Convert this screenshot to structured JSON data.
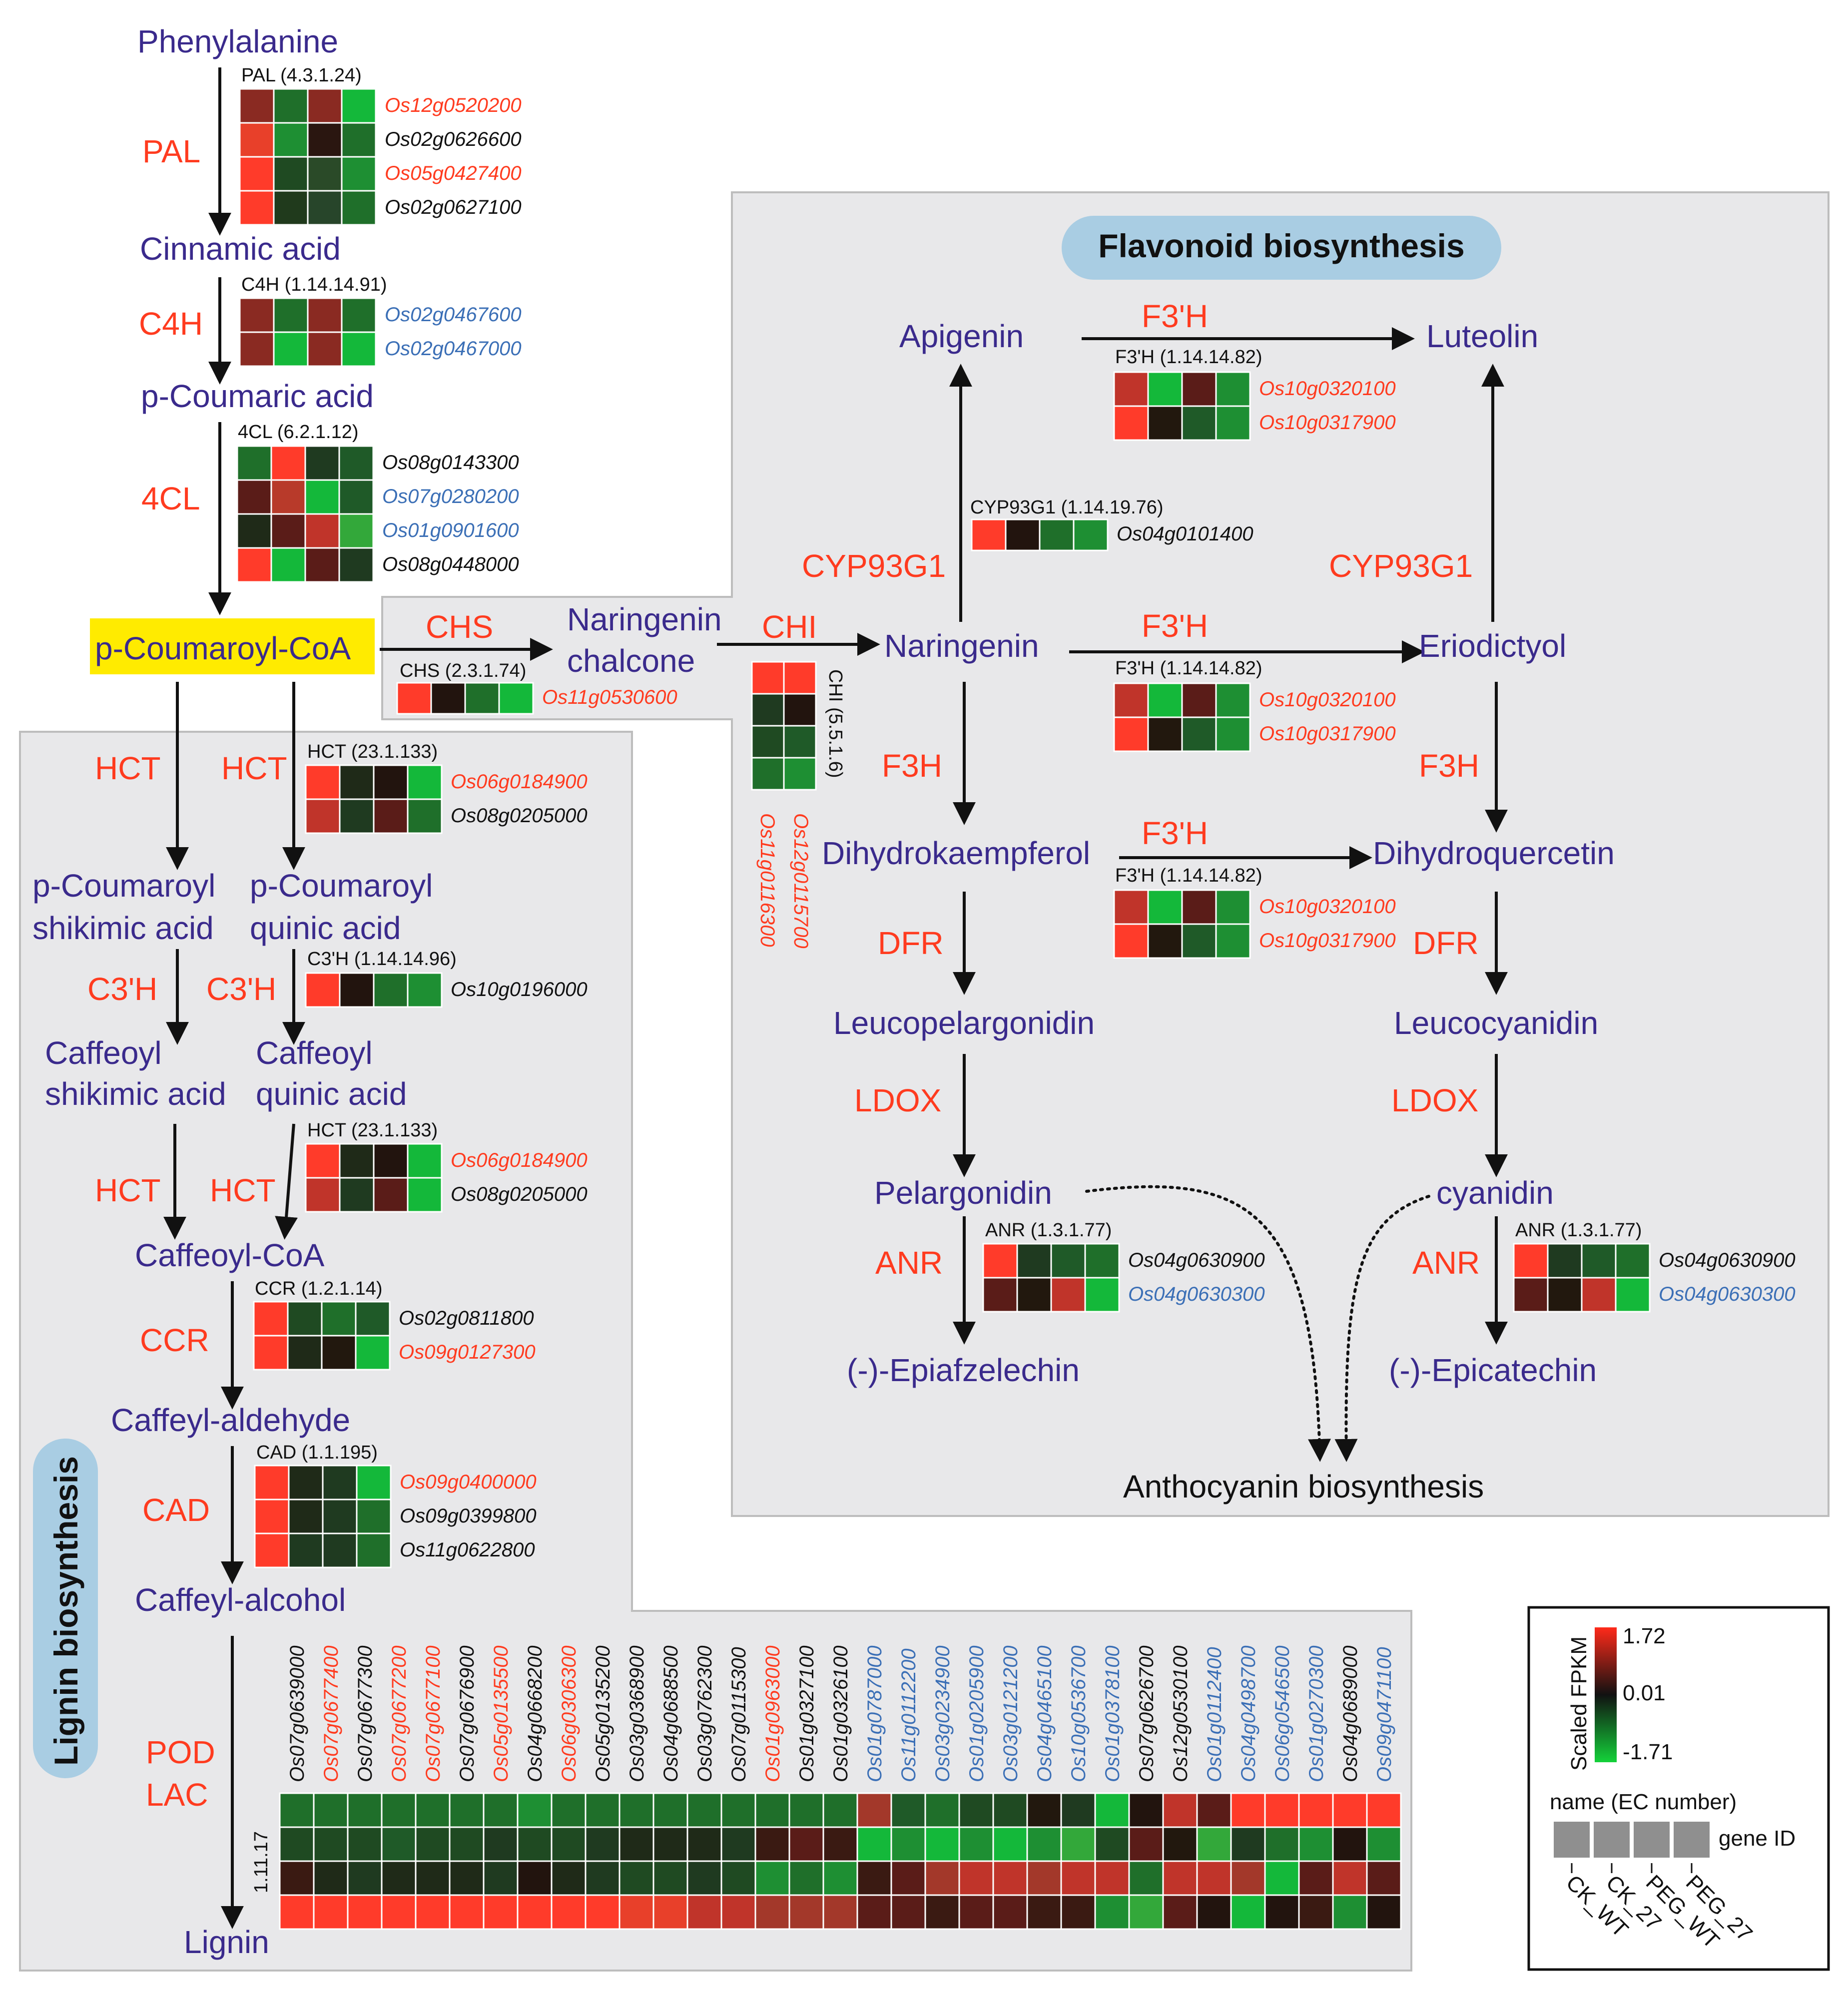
{
  "colors": {
    "pathway": "#3a2a8c",
    "enzyme": "#ff3b1f",
    "gene_red": "#ff3b1f",
    "gene_blue": "#3b6fb6",
    "gene_black": "#111111",
    "panel_bg": "#e8e8ea",
    "panel_title_bg": "#a9cde3",
    "highlight": "#ffeb00"
  },
  "panels": {
    "flavonoid_title": "Flavonoid biosynthesis",
    "lignin_title": "Lignin biosynthesis"
  },
  "compounds": {
    "phenylalanine": "Phenylalanine",
    "cinnamic_acid": "Cinnamic acid",
    "p_coumaric_acid": "p-Coumaric acid",
    "p_coumaroyl_coa": "p-Coumaroyl-CoA",
    "naringenin_chalcone_1": "Naringenin",
    "naringenin_chalcone_2": "chalcone",
    "naringenin": "Naringenin",
    "apigenin": "Apigenin",
    "luteolin": "Luteolin",
    "eriodictyol": "Eriodictyol",
    "dihydrokaempferol": "Dihydrokaempferol",
    "dihydroquercetin": "Dihydroquercetin",
    "leucopelargonidin": "Leucopelargonidin",
    "leucocyanidin": "Leucocyanidin",
    "pelargonidin": "Pelargonidin",
    "cyanidin": "cyanidin",
    "epiafzelechin": "(-)-Epiafzelechin",
    "epicatechin": "(-)-Epicatechin",
    "anthocyanin": "Anthocyanin biosynthesis",
    "pc_shikimic_1": "p-Coumaroyl",
    "pc_shikimic_2": "shikimic acid",
    "pc_quinic_1": "p-Coumaroyl",
    "pc_quinic_2": "quinic acid",
    "caf_shikimic_1": "Caffeoyl",
    "caf_shikimic_2": "shikimic acid",
    "caf_quinic_1": "Caffeoyl",
    "caf_quinic_2": "quinic acid",
    "caffeoyl_coa": "Caffeoyl-CoA",
    "caffeyl_aldehyde": "Caffeyl-aldehyde",
    "caffeyl_alcohol": "Caffeyl-alcohol",
    "lignin": "Lignin"
  },
  "enzymes": {
    "pal": "PAL",
    "c4h": "C4H",
    "fourcl": "4CL",
    "chs": "CHS",
    "chi": "CHI",
    "f3h_top": "F3'H",
    "f3h_mid": "F3'H",
    "f3h_low": "F3'H",
    "cyp_left": "CYP93G1",
    "cyp_right": "CYP93G1",
    "f3h_left": "F3H",
    "f3h_right": "F3H",
    "dfr_left": "DFR",
    "dfr_right": "DFR",
    "ldox_left": "LDOX",
    "ldox_right": "LDOX",
    "anr_left": "ANR",
    "anr_right": "ANR",
    "hct_1": "HCT",
    "hct_2": "HCT",
    "hct_3": "HCT",
    "hct_4": "HCT",
    "c3h_1": "C3'H",
    "c3h_2": "C3'H",
    "ccr": "CCR",
    "cad": "CAD",
    "pod": "POD",
    "lac": "LAC"
  },
  "heatmaps": {
    "pal": {
      "ec": "PAL (4.3.1.24)",
      "rows": [
        {
          "gene": "Os12g0520200",
          "color": "red",
          "cells": [
            "#8a2a22",
            "#1f6f2a",
            "#8a2a22",
            "#14b83a"
          ]
        },
        {
          "gene": "Os02g0626600",
          "color": "black",
          "cells": [
            "#e8402a",
            "#1e8f33",
            "#2a1610",
            "#1f6f2a"
          ]
        },
        {
          "gene": "Os05g0427400",
          "color": "red",
          "cells": [
            "#ff3b2a",
            "#1f4a22",
            "#2a4a28",
            "#1e8f33"
          ]
        },
        {
          "gene": "Os02g0627100",
          "color": "black",
          "cells": [
            "#ff3b2a",
            "#203a1c",
            "#27452a",
            "#1f6f2a"
          ]
        }
      ]
    },
    "c4h": {
      "ec": "C4H (1.14.14.91)",
      "rows": [
        {
          "gene": "Os02g0467600",
          "color": "blue",
          "cells": [
            "#8a2a22",
            "#1f6f2a",
            "#8a2a22",
            "#1f6f2a"
          ]
        },
        {
          "gene": "Os02g0467000",
          "color": "blue",
          "cells": [
            "#8a2a22",
            "#14b83a",
            "#8a2a22",
            "#14b83a"
          ]
        }
      ]
    },
    "fourcl": {
      "ec": "4CL (6.2.1.12)",
      "rows": [
        {
          "gene": "Os08g0143300",
          "color": "black",
          "cells": [
            "#1f6f2a",
            "#ff3b2a",
            "#1f3a20",
            "#1f5a28"
          ]
        },
        {
          "gene": "Os07g0280200",
          "color": "blue",
          "cells": [
            "#5a1c18",
            "#b83a2a",
            "#14b83a",
            "#1f5a28"
          ]
        },
        {
          "gene": "Os01g0901600",
          "color": "blue",
          "cells": [
            "#1f2a18",
            "#5a1c18",
            "#c0342a",
            "#33a83a"
          ]
        },
        {
          "gene": "Os08g0448000",
          "color": "black",
          "cells": [
            "#ff3b2a",
            "#14b83a",
            "#5a1c18",
            "#1f3a20"
          ]
        }
      ]
    },
    "chs": {
      "ec": "CHS (2.3.1.74)",
      "rows": [
        {
          "gene": "Os11g0530600",
          "color": "red",
          "cells": [
            "#ff3b2a",
            "#22140e",
            "#1f6f2a",
            "#14b83a"
          ]
        }
      ]
    },
    "chi": {
      "ec": "CHI (5.5.1.6)",
      "genes": [
        "Os11g0116300",
        "Os12g0115700"
      ]
    },
    "cyp93g1": {
      "ec": "CYP93G1 (1.14.19.76)",
      "rows": [
        {
          "gene": "Os04g0101400",
          "color": "black",
          "cells": [
            "#ff3b2a",
            "#22140e",
            "#1f6f2a",
            "#1e8f33"
          ]
        }
      ]
    },
    "f3h_top": {
      "ec": "F3'H (1.14.14.82)",
      "rows": [
        {
          "gene": "Os10g0320100",
          "color": "red",
          "cells": [
            "#c0342a",
            "#14b83a",
            "#5a1c18",
            "#1e8f33"
          ]
        },
        {
          "gene": "Os10g0317900",
          "color": "red",
          "cells": [
            "#ff3b2a",
            "#22180e",
            "#1f5a28",
            "#1e8f33"
          ]
        }
      ]
    },
    "f3h_mid": {
      "ec": "F3'H (1.14.14.82)",
      "rows": [
        {
          "gene": "Os10g0320100",
          "color": "red",
          "cells": [
            "#c0342a",
            "#14b83a",
            "#5a1c18",
            "#1e8f33"
          ]
        },
        {
          "gene": "Os10g0317900",
          "color": "red",
          "cells": [
            "#ff3b2a",
            "#22180e",
            "#1f5a28",
            "#1e8f33"
          ]
        }
      ]
    },
    "f3h_low": {
      "ec": "F3'H (1.14.14.82)",
      "rows": [
        {
          "gene": "Os10g0320100",
          "color": "red",
          "cells": [
            "#c0342a",
            "#14b83a",
            "#5a1c18",
            "#1e8f33"
          ]
        },
        {
          "gene": "Os10g0317900",
          "color": "red",
          "cells": [
            "#ff3b2a",
            "#22180e",
            "#1f5a28",
            "#1e8f33"
          ]
        }
      ]
    },
    "anr_left": {
      "ec": "ANR (1.3.1.77)",
      "rows": [
        {
          "gene": "Os04g0630900",
          "color": "black",
          "cells": [
            "#ff3b2a",
            "#1f3a20",
            "#1f5a28",
            "#1f6f2a"
          ]
        },
        {
          "gene": "Os04g0630300",
          "color": "blue",
          "cells": [
            "#5a1c18",
            "#22180e",
            "#c0342a",
            "#14b83a"
          ]
        }
      ]
    },
    "anr_right": {
      "ec": "ANR (1.3.1.77)",
      "rows": [
        {
          "gene": "Os04g0630900",
          "color": "black",
          "cells": [
            "#ff3b2a",
            "#1f3a20",
            "#1f5a28",
            "#1f6f2a"
          ]
        },
        {
          "gene": "Os04g0630300",
          "color": "blue",
          "cells": [
            "#5a1c18",
            "#22180e",
            "#c0342a",
            "#14b83a"
          ]
        }
      ]
    },
    "hct_top": {
      "ec": "HCT (23.1.133)",
      "rows": [
        {
          "gene": "Os06g0184900",
          "color": "red",
          "cells": [
            "#ff3b2a",
            "#1f2a18",
            "#22140e",
            "#14b83a"
          ]
        },
        {
          "gene": "Os08g0205000",
          "color": "black",
          "cells": [
            "#c0342a",
            "#1f3a20",
            "#5a1c18",
            "#1f6f2a"
          ]
        }
      ]
    },
    "c3h": {
      "ec": "C3'H (1.14.14.96)",
      "rows": [
        {
          "gene": "Os10g0196000",
          "color": "black",
          "cells": [
            "#ff3b2a",
            "#22140e",
            "#1f6f2a",
            "#1e8f33"
          ]
        }
      ]
    },
    "hct_bottom": {
      "ec": "HCT (23.1.133)",
      "rows": [
        {
          "gene": "Os06g0184900",
          "color": "red",
          "cells": [
            "#ff3b2a",
            "#1f2a18",
            "#22140e",
            "#14b83a"
          ]
        },
        {
          "gene": "Os08g0205000",
          "color": "black",
          "cells": [
            "#c0342a",
            "#1f3a20",
            "#5a1c18",
            "#14b83a"
          ]
        }
      ]
    },
    "ccr": {
      "ec": "CCR (1.2.1.14)",
      "rows": [
        {
          "gene": "Os02g0811800",
          "color": "black",
          "cells": [
            "#ff3b2a",
            "#1f4a22",
            "#1f6f2a",
            "#1f5a28"
          ]
        },
        {
          "gene": "Os09g0127300",
          "color": "red",
          "cells": [
            "#ff3b2a",
            "#1f2a18",
            "#22180e",
            "#14b83a"
          ]
        }
      ]
    },
    "cad": {
      "ec": "CAD (1.1.195)",
      "rows": [
        {
          "gene": "Os09g0400000",
          "color": "red",
          "cells": [
            "#ff3b2a",
            "#1f2a18",
            "#1f3a20",
            "#14b83a"
          ]
        },
        {
          "gene": "Os09g0399800",
          "color": "black",
          "cells": [
            "#ff3b2a",
            "#1f2a18",
            "#1f3a20",
            "#1f6f2a"
          ]
        },
        {
          "gene": "Os11g0622800",
          "color": "black",
          "cells": [
            "#ff3b2a",
            "#1f3a20",
            "#1f3a20",
            "#1f6f2a"
          ]
        }
      ]
    },
    "pod": {
      "ec": "1.11.17",
      "genes": [
        {
          "id": "Os07g0639000",
          "color": "black"
        },
        {
          "id": "Os07g0677400",
          "color": "red"
        },
        {
          "id": "Os07g0677300",
          "color": "black"
        },
        {
          "id": "Os07g0677200",
          "color": "red"
        },
        {
          "id": "Os07g0677100",
          "color": "red"
        },
        {
          "id": "Os07g0676900",
          "color": "black"
        },
        {
          "id": "Os05g0135500",
          "color": "red"
        },
        {
          "id": "Os04g0668200",
          "color": "black"
        },
        {
          "id": "Os06g0306300",
          "color": "red"
        },
        {
          "id": "Os05g0135200",
          "color": "black"
        },
        {
          "id": "Os03g0368900",
          "color": "black"
        },
        {
          "id": "Os04g0688500",
          "color": "black"
        },
        {
          "id": "Os03g0762300",
          "color": "black"
        },
        {
          "id": "Os07g0115300",
          "color": "black"
        },
        {
          "id": "Os01g0963000",
          "color": "red"
        },
        {
          "id": "Os01g0327100",
          "color": "black"
        },
        {
          "id": "Os01g0326100",
          "color": "black"
        },
        {
          "id": "Os01g0787000",
          "color": "blue"
        },
        {
          "id": "Os11g0112200",
          "color": "blue"
        },
        {
          "id": "Os03g0234900",
          "color": "blue"
        },
        {
          "id": "Os01g0205900",
          "color": "blue"
        },
        {
          "id": "Os03g0121200",
          "color": "blue"
        },
        {
          "id": "Os04g0465100",
          "color": "blue"
        },
        {
          "id": "Os10g0536700",
          "color": "blue"
        },
        {
          "id": "Os01g0378100",
          "color": "blue"
        },
        {
          "id": "Os07g0626700",
          "color": "black"
        },
        {
          "id": "Os12g0530100",
          "color": "black"
        },
        {
          "id": "Os01g0112400",
          "color": "blue"
        },
        {
          "id": "Os04g0498700",
          "color": "blue"
        },
        {
          "id": "Os06g0546500",
          "color": "blue"
        },
        {
          "id": "Os01g0270300",
          "color": "blue"
        },
        {
          "id": "Os04g0689000",
          "color": "black"
        },
        {
          "id": "Os09g0471100",
          "color": "blue"
        }
      ],
      "grid": [
        [
          "#1f6f2a",
          "#1f6f2a",
          "#1f6f2a",
          "#1f6f2a",
          "#1f6f2a",
          "#1f6f2a",
          "#1f6f2a",
          "#1e8f33",
          "#1f6f2a",
          "#1f6f2a",
          "#1f6f2a",
          "#1f6f2a",
          "#1f6f2a",
          "#1f6f2a",
          "#1f6f2a",
          "#1f6f2a",
          "#1f6f2a",
          "#a3382a",
          "#1f5a28",
          "#1f6f2a",
          "#1f4a22",
          "#1f4a22",
          "#22180e",
          "#1f3a20",
          "#14b83a",
          "#22140e",
          "#c0342a",
          "#5a1c18",
          "#ff3b2a",
          "#ff3b2a",
          "#ff3b2a",
          "#ff3b2a",
          "#ff3b2a"
        ],
        [
          "#1f4a22",
          "#1f4a22",
          "#1f4a22",
          "#1f5a28",
          "#1f4a22",
          "#1f4a22",
          "#1f3a20",
          "#1f4a22",
          "#1f4a22",
          "#1f3a20",
          "#1f2a18",
          "#1f2a18",
          "#1f2a18",
          "#1f3a20",
          "#3a1a12",
          "#5a1c18",
          "#3a1a12",
          "#14b83a",
          "#1e8f33",
          "#14b83a",
          "#1e8f33",
          "#14b83a",
          "#1e8f33",
          "#33a83a",
          "#1f4a22",
          "#5a1c18",
          "#22180e",
          "#33a83a",
          "#1f3a20",
          "#1f6f2a",
          "#1e8f33",
          "#22140e",
          "#1e8f33"
        ],
        [
          "#3a1a12",
          "#1f2a18",
          "#1f3a20",
          "#1f2a18",
          "#1f2a18",
          "#1f2a18",
          "#1f3a20",
          "#22140e",
          "#1f2a18",
          "#1f3a20",
          "#1f4a22",
          "#1f4a22",
          "#1f3a20",
          "#1f4a22",
          "#1e8f33",
          "#1f6f2a",
          "#1e8f33",
          "#3a1a12",
          "#5a1c18",
          "#a3382a",
          "#c0342a",
          "#c0342a",
          "#a3382a",
          "#c0342a",
          "#c0342a",
          "#1f6f2a",
          "#c0342a",
          "#c0342a",
          "#a3382a",
          "#14b83a",
          "#5a1c18",
          "#c0342a",
          "#5a1c18"
        ],
        [
          "#ff3b2a",
          "#ff3b2a",
          "#ff3b2a",
          "#ff3b2a",
          "#ff3b2a",
          "#ff3b2a",
          "#ff3b2a",
          "#ff3b2a",
          "#ff3b2a",
          "#ff3b2a",
          "#e8402a",
          "#e8402a",
          "#c0342a",
          "#c0342a",
          "#a3382a",
          "#a3382a",
          "#a3382a",
          "#5a1c18",
          "#5a1c18",
          "#3a1a12",
          "#5a1c18",
          "#5a1c18",
          "#3a1a12",
          "#3a1a12",
          "#1e8f33",
          "#33a83a",
          "#5a1c18",
          "#22140e",
          "#14b83a",
          "#22140e",
          "#3a1a12",
          "#1e8f33",
          "#22140e"
        ]
      ]
    }
  },
  "legend": {
    "title": "Scaled FPKM",
    "max": "1.72",
    "mid": "0.01",
    "min": "-1.71",
    "name_label": "name (EC number)",
    "gene_label": "gene ID",
    "conditions": [
      "CK_WT",
      "CK_27",
      "PEG_WT",
      "PEG_27"
    ]
  }
}
